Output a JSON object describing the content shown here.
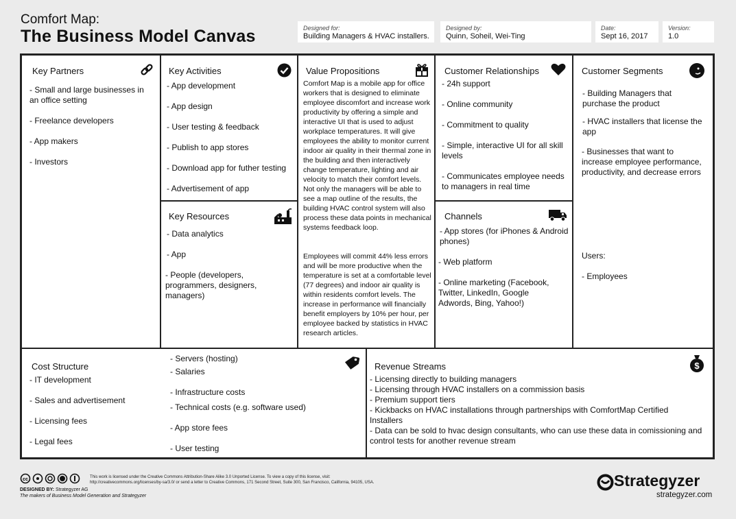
{
  "header": {
    "title_small": "Comfort Map:",
    "title_big": "The Business Model Canvas",
    "designed_for_label": "Designed for:",
    "designed_for_value": "Building Managers & HVAC installers.",
    "designed_by_label": "Designed by:",
    "designed_by_value": "Quinn, Soheil, Wei-Ting",
    "date_label": "Date:",
    "date_value": "Sept 16, 2017",
    "version_label": "Version:",
    "version_value": "1.0"
  },
  "key_partners": {
    "title": "Key Partners",
    "icon": "link-icon",
    "items": [
      "- Small and large businesses in an office setting",
      "- Freelance developers",
      "- App makers",
      "- Investors"
    ]
  },
  "key_activities": {
    "title": "Key Activities",
    "icon": "check-icon",
    "items": [
      "- App development",
      "- App design",
      "- User testing & feedback",
      "- Publish to app stores",
      "- Download app for futher testing",
      "- Advertisement of app"
    ]
  },
  "key_resources": {
    "title": "Key Resources",
    "icon": "factory-icon",
    "items": [
      "- Data analytics",
      "- App",
      "- People (developers, programmers, designers, managers)"
    ]
  },
  "value_propositions": {
    "title": "Value Propositions",
    "icon": "gift-icon",
    "para1": "Comfort Map is a mobile app for office workers that is designed to eliminate employee discomfort and increase work productivity by offering a simple and interactive UI that is used to adjust workplace temperatures. It will give employees the ability to monitor current indoor air quality in their thermal zone in the building and then interactively change temperature, lighting and air velocity to match their comfort levels. Not only the managers will be able to see a map outline of the results, the building HVAC control system will also process these data points in mechanical systems feedback loop.",
    "para2": "Employees will commit 44% less errors and will be more productive when the temperature is set at a comfortable level (77 degrees) and indoor air quality is within residents comfort levels. The increase in performance will financially benefit employers by 10% per hour, per employee backed by statistics in HVAC research articles."
  },
  "customer_relationships": {
    "title": "Customer Relationships",
    "icon": "heart-icon",
    "items": [
      "- 24h support",
      "- Online community",
      "- Commitment to quality",
      "- Simple, interactive UI for all skill levels",
      "- Communicates employee needs to managers in real time"
    ]
  },
  "channels": {
    "title": "Channels",
    "icon": "truck-icon",
    "items": [
      "- App stores (for iPhones & Android phones)",
      "- Web platform",
      "- Online marketing  (Facebook, Twitter, LinkedIn, Google Adwords, Bing, Yahoo!)"
    ]
  },
  "customer_segments": {
    "title": "Customer Segments",
    "icon": "face-icon",
    "items": [
      "- Building Managers that purchase the product",
      "- HVAC installers that  license the app",
      "- Businesses that want to increase employee performance, productivity, and decrease errors"
    ],
    "users_label": "Users:",
    "users_items": [
      "- Employees"
    ]
  },
  "cost_structure": {
    "title": "Cost Structure",
    "icon": "tag-icon",
    "left_items": [
      "- IT development",
      "- Sales and advertisement",
      "- Licensing fees",
      "- Legal fees"
    ],
    "right_items": [
      "- Servers (hosting)",
      "- Salaries",
      "- Infrastructure costs",
      "- Technical costs (e.g. software used)",
      "- App store fees",
      "- User testing"
    ]
  },
  "revenue_streams": {
    "title": "Revenue Streams",
    "icon": "money-bag-icon",
    "items": [
      "- Licensing directly to building managers",
      "- Licensing through HVAC installers on a commission basis",
      "- Premium support tiers",
      "- Kickbacks on HVAC installations through partnerships with ComfortMap Certified Installers",
      "- Data can be sold to hvac design consultants, who can use these data in comissioning and control tests for another revenue stream"
    ]
  },
  "footer": {
    "license_line1": "This work is licensed under the Creative Commons Attribution-Share Alike 3.0 Unported License. To view a copy of this license, visit:",
    "license_line2": "http://creativecommons.org/licenses/by-sa/3.0/ or send a letter to Creative Commons, 171 Second Street, Suite 300, San Francisco, California, 94105, USA.",
    "designed_by": "DESIGNED BY:",
    "designed_by_name": "Strategyzer AG",
    "tagline": "The makers of Business Model Generation and Strategyzer",
    "brand": "Strategyzer",
    "brand_url": "strategyzer.com"
  }
}
